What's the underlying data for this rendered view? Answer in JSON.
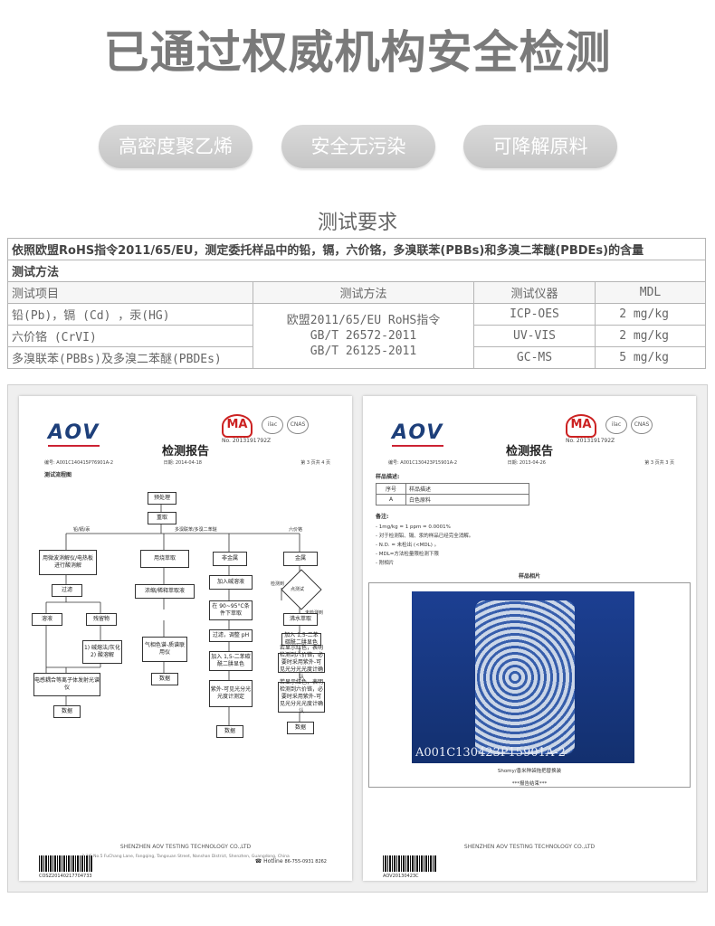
{
  "title": "已通过权威机构安全检测",
  "pills": [
    "高密度聚乙烯",
    "安全无污染",
    "可降解原料"
  ],
  "section_title": "测试要求",
  "requirement": "依照欧盟RoHS指令2011/65/EU，测定委托样品中的铅，镉，六价铬，多溴联苯(PBBs)和多溴二苯醚(PBDEs)的含量",
  "method_header": "测试方法",
  "table": {
    "headers": [
      "测试项目",
      "测试方法",
      "测试仪器",
      "MDL"
    ],
    "method_lines": [
      "欧盟2011/65/EU RoHS指令",
      "GB/T 26572-2011",
      "GB/T 26125-2011"
    ],
    "rows": [
      {
        "item": "铅(Pb)，镉 (Cd) ，汞(HG)",
        "instrument": "ICP-OES",
        "mdl": "2 mg/kg"
      },
      {
        "item": "六价铬 (CrVI)",
        "instrument": "UV-VIS",
        "mdl": "2 mg/kg"
      },
      {
        "item": "多溴联苯(PBBs)及多溴二苯醚(PBDEs)",
        "instrument": "GC-MS",
        "mdl": "5 mg/kg"
      }
    ]
  },
  "report_left": {
    "logo": "AOV",
    "reg": "No. 2013191792Z",
    "title": "检测报告",
    "number": "编号: A001C140415P76901A-2",
    "date": "日期: 2014-04-18",
    "page": "第 3 页共 4 页",
    "flow_title": "测试流程图",
    "flow": {
      "pre": "预处理",
      "weigh": "重取",
      "b1": "铅/镉/汞",
      "b2": "多溴联苯/多溴二苯醚",
      "b3": "六价铬",
      "l1": "用微波消解仪/电热板进行酸消解",
      "m1": "用烧萃取",
      "r_nm": "非金属",
      "r_m": "金属",
      "l2": "过滤",
      "m2": "浓缩/稀释萃取液",
      "r_alk": "加入碱溶液",
      "r_test": "检测到",
      "r_spot": "点测试",
      "l_solu": "溶液",
      "l_res": "残留物",
      "r_heat": "在 90~95°C条件下萃取",
      "r_none": "未检测到",
      "r_boil": "沸水萃取",
      "l_acid": "1) 碱熔法/灰化\n2) 酸溶解",
      "m_gc": "气相色谱-质谱联用仪",
      "r_ph": "过滤，调整 pH",
      "r_add": "加入 1,5-二苯碳酰二肼显色",
      "r_add2": "加入 1,5-二苯碳酰二肼显色",
      "l_icp": "电感耦合等离子体发射光谱仪",
      "r_red": "若显示红色，表明检测到六价铬，必要时采用紫外-可见光分光光度计确认",
      "r_uv": "紫外-可见光分光光度计测定",
      "data": "数据"
    },
    "company": "SHENZHEN AOV TESTING TECHNOLOGY CO.,LTD",
    "address": "2-3/F,No.5 FuChang Lane, Fangqing, Tangxuan Street, Nanshan District, Shenzhen, Guangdong, China",
    "hotline_label": "Hotline",
    "hotline": "86-755-0931 8262",
    "barcode": "COSZ20140217704733"
  },
  "report_right": {
    "logo": "AOV",
    "reg": "No. 2013191792Z",
    "title": "检测报告",
    "number": "编号: A001C130423P15901A-2",
    "date": "日期: 2013-04-26",
    "page": "第 3 页共 3 页",
    "desc_label": "样品描述:",
    "desc_cols": [
      "序号",
      "样品描述"
    ],
    "desc_row": [
      "A",
      "白色原料"
    ],
    "notes_label": "备注:",
    "notes": [
      "- 1mg/kg = 1 ppm = 0.0001%",
      "- 对于检测铅、镉、汞的样品已经完全消解。",
      "- N.D. = 未检出 (<MDL) 。",
      "- MDL=方法检量限检测下限",
      "- 附相片"
    ],
    "photo_title": "样品相片",
    "photo_code": "A001C130423P15901A-2",
    "photo_caption": "Shomy/香米种袋拖把替换装",
    "end": "***报告结束***",
    "company": "SHENZHEN AOV TESTING TECHNOLOGY CO.,LTD",
    "barcode": "AOV20130423C"
  }
}
